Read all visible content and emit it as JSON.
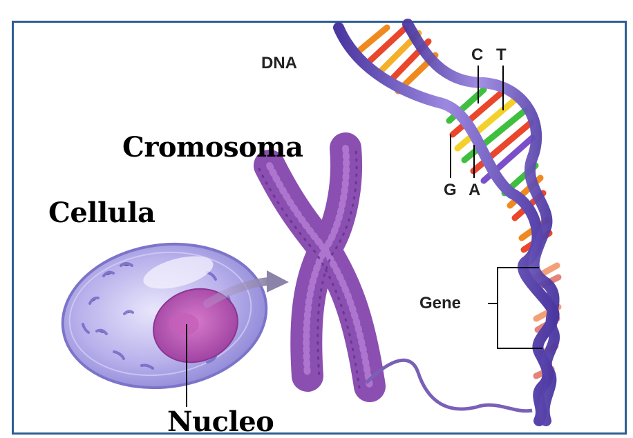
{
  "labels": {
    "dna": "DNA",
    "base_c": "C",
    "base_t": "T",
    "base_g": "G",
    "base_a": "A",
    "cromosoma": "Cromosoma",
    "cellula": "Cellula",
    "gene": "Gene",
    "nucleo": "Nucleo"
  },
  "colors": {
    "frame": "#2d5e93",
    "dna_backbone": "#6d4fb0",
    "chromosome": "#8a4fb0",
    "cell": "#a9a2e6",
    "nucleus": "#b14fb5"
  }
}
